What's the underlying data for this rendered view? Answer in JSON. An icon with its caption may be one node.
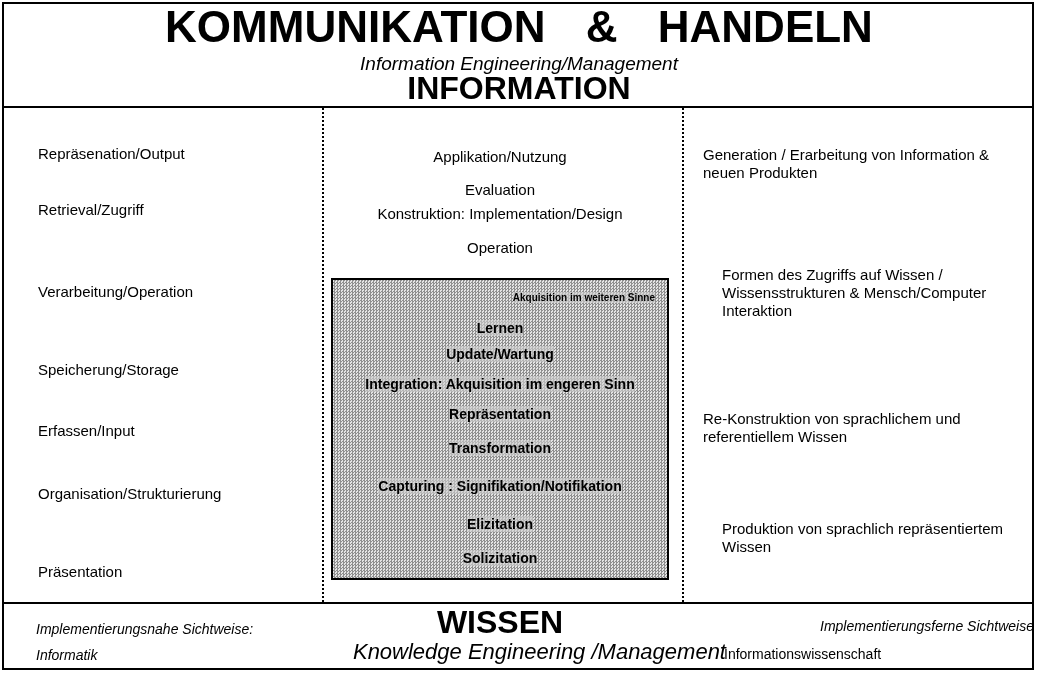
{
  "diagram": {
    "title": "KOMMUNIKATION & HANDELN",
    "nodes": [
      {
        "text": [
          "Akquisition im weiteren Sinne",
          "Lernen",
          "Update/Wartung",
          "Integration: Akquisition im engeren Sinn",
          "Repräsentation",
          "Transformation",
          "Capturing : Signifikation/Notifikation",
          "Elizitation",
          "Solizitation"
        ]
      }
    ],
    "labels": [
      "Information Engineering/Management",
      "INFORMATION",
      "Repräsenation/Output",
      "Retrieval/Zugriff",
      "Verarbeitung/Operation",
      "Speicherung/Storage",
      "Erfassen/Input",
      "Organisation/Strukturierung",
      "Präsentation",
      "Applikation/Nutzung",
      "Evaluation",
      "Konstruktion: Implementation/Design",
      "Operation",
      "Generation / Erarbeitung von Information & neuen Produkten",
      "Formen des Zugriffs auf Wissen / Wissensstrukturen & Mensch/Computer Interaktion",
      "Re-Konstruktion von sprachlichem und referentiellem Wissen",
      "Produktion von sprachlich repräsentiertem Wissen",
      "Implementierungsnahe Sichtweise: Informatik",
      "WISSEN",
      "Implementierungsferne Sichtweise",
      "Knowledge Engineering /Management",
      "Informationswissenschaft"
    ]
  }
}
